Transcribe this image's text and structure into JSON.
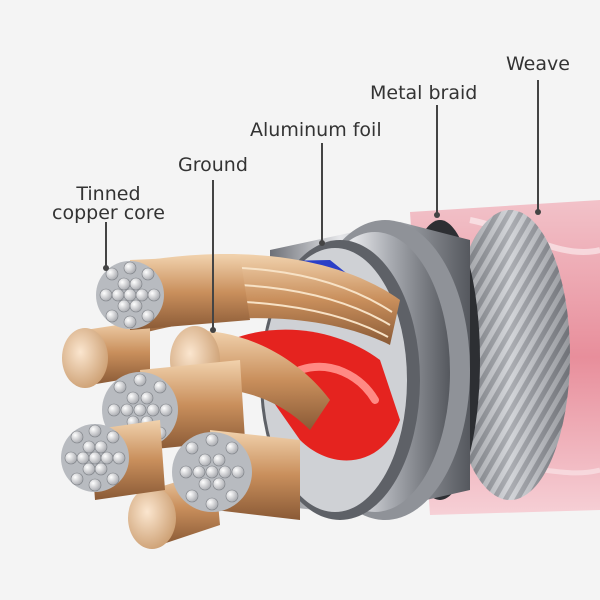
{
  "labels": {
    "weave": "Weave",
    "metal_braid": "Metal braid",
    "aluminum_foil": "Aluminum foil",
    "ground": "Ground",
    "tinned_copper_core": [
      "Tinned",
      "copper core"
    ]
  },
  "colors": {
    "background": "#f4f4f4",
    "weave": "#e89aa6",
    "metal": "#b9bcc2",
    "copper": "#d9a97a",
    "red_insulation": "#e5231f",
    "blue_insulation": "#2b3fc7",
    "leader_line": "#444444"
  }
}
